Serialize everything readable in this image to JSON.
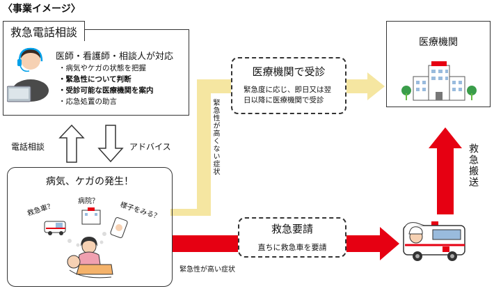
{
  "header": {
    "title": "〈事業イメージ〉"
  },
  "consultation": {
    "title": "救急電話相談",
    "provider": "医師・看護師・相談人が対応",
    "items": [
      {
        "text": "病気やケガの状態を把握",
        "bold": false
      },
      {
        "text": "緊急性について判断",
        "bold": true
      },
      {
        "text": "受診可能な医療機関を案内",
        "bold": true
      },
      {
        "text": "応急処置の助言",
        "bold": false
      }
    ]
  },
  "labels": {
    "phone_consult": "電話相談",
    "advice": "アドバイス",
    "not_urgent": "緊急性が高くない症状",
    "high_urgency": "緊急性が高い症状",
    "emergency_transport": "救急搬送"
  },
  "illness": {
    "title": "病気、ケガの発生！",
    "thoughts": [
      "救急車？",
      "病院？",
      "様子をみる？"
    ]
  },
  "hospital_visit": {
    "title": "医療機関で受診",
    "description": "緊急度に応じ、即日又は翌日以降に医療機関で受診"
  },
  "emergency_request": {
    "title": "救急要請",
    "description": "直ちに救急車を要請"
  },
  "hospital": {
    "title": "医療機関"
  },
  "colors": {
    "yellow_arrow": "#F5E6A1",
    "red_arrow": "#E60012",
    "border": "#333333"
  }
}
